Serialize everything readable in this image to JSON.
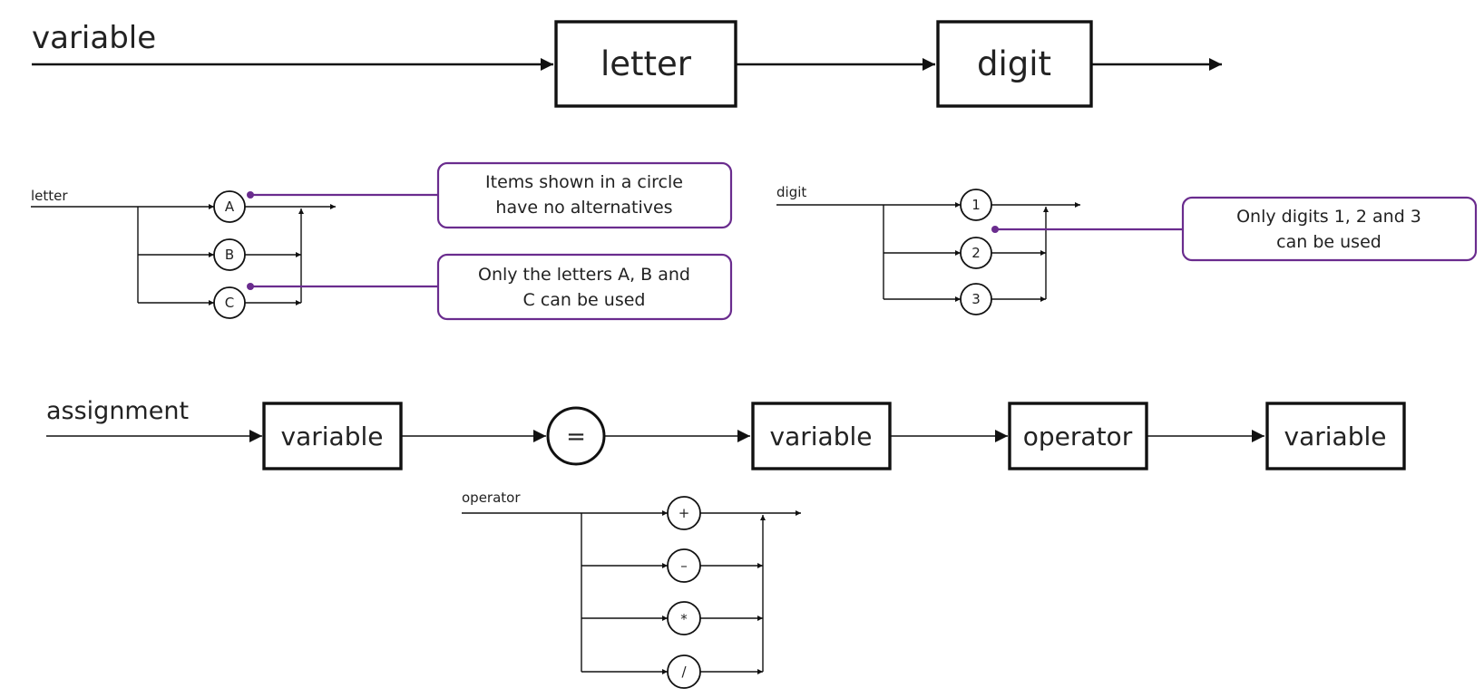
{
  "variable_rule": {
    "title": "variable",
    "box_letter": "letter",
    "box_digit": "digit"
  },
  "letter_rule": {
    "title": "letter",
    "options": [
      "A",
      "B",
      "C"
    ]
  },
  "digit_rule": {
    "title": "digit",
    "options": [
      "1",
      "2",
      "3"
    ]
  },
  "callouts": {
    "circle_note": [
      "Items shown in a circle",
      "have no alternatives"
    ],
    "letters_note": [
      "Only the letters A, B and",
      "C can be used"
    ],
    "digits_note": [
      "Only digits 1, 2 and 3",
      "can be used"
    ]
  },
  "assignment_rule": {
    "title": "assignment",
    "box1": "variable",
    "equals": "=",
    "box2": "variable",
    "box3": "operator",
    "box4": "variable"
  },
  "operator_rule": {
    "title": "operator",
    "options": [
      "+",
      "–",
      "*",
      "/"
    ]
  },
  "colors": {
    "callout": "#6a2c8e",
    "line": "#111111"
  }
}
